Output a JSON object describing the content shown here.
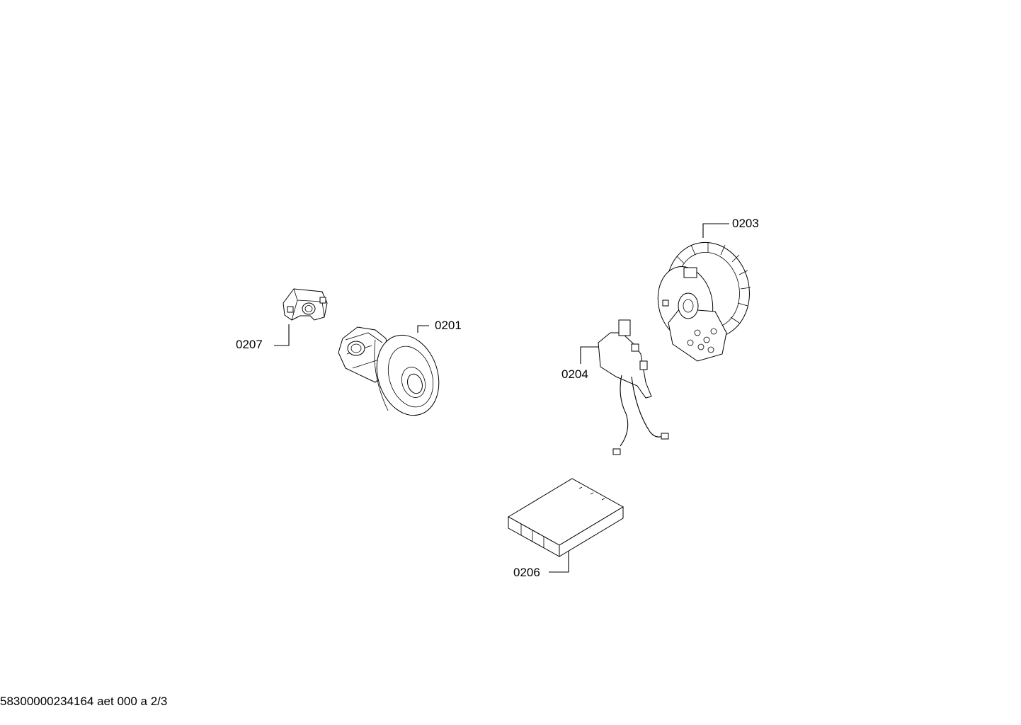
{
  "diagram": {
    "parts": [
      {
        "id": "0201",
        "label": "0201",
        "icon": "motor-icon"
      },
      {
        "id": "0203",
        "label": "0203",
        "icon": "cable-reel-icon"
      },
      {
        "id": "0204",
        "label": "0204",
        "icon": "bracket-wiring-icon"
      },
      {
        "id": "0206",
        "label": "0206",
        "icon": "filter-pad-icon"
      },
      {
        "id": "0207",
        "label": "0207",
        "icon": "motor-mount-icon"
      }
    ]
  },
  "footer": {
    "text": "58300000234164 aet 000 a 2/3"
  }
}
